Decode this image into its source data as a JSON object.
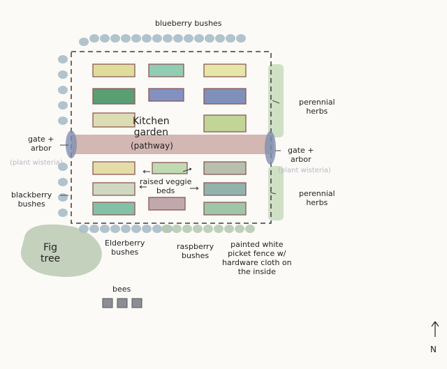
{
  "labels": {
    "blueberry": "blueberry bushes",
    "perennial_herbs": "perennial\nherbs",
    "gate_arbor": "gate +\narbor",
    "plant_wisteria": "(plant wisteria)",
    "kitchen_garden": "Kitchen\ngarden",
    "pathway": "(pathway)",
    "raised_veggie_beds": "raised veggie\nbeds",
    "blackberry": "blackberry\nbushes",
    "fig_tree": "Fig\ntree",
    "elderberry": "Elderberry\nbushes",
    "raspberry": "raspberry\nbushes",
    "fence": "painted white\npicket fence w/\nhardware cloth on\nthe inside",
    "bees": "bees",
    "north": "N"
  },
  "colors": {
    "fence": "#3a3a3a",
    "path": "#c9a6a0",
    "arbor": "#7f8fb0",
    "bush_blue": "#a9bdc7",
    "bush_green": "#b7cbb4",
    "herbs": "#c4d9b8",
    "fig": "#b9c9b3",
    "bed_border": "#7a3b3b",
    "beds": [
      "#d9d98a",
      "#7fc6a8",
      "#e3e39a",
      "#3f8f5c",
      "#6f7fb8",
      "#6a7fb0",
      "#d8d8a8",
      "#b6cf86",
      "#e0d99a",
      "#b8d5a6",
      "#aab7a0",
      "#c8d4b8",
      "#7fa7a0",
      "#6fb89a",
      "#b89aa0",
      "#8fbf9a",
      "#ccd0c4"
    ],
    "hive": "#8b8f95"
  }
}
